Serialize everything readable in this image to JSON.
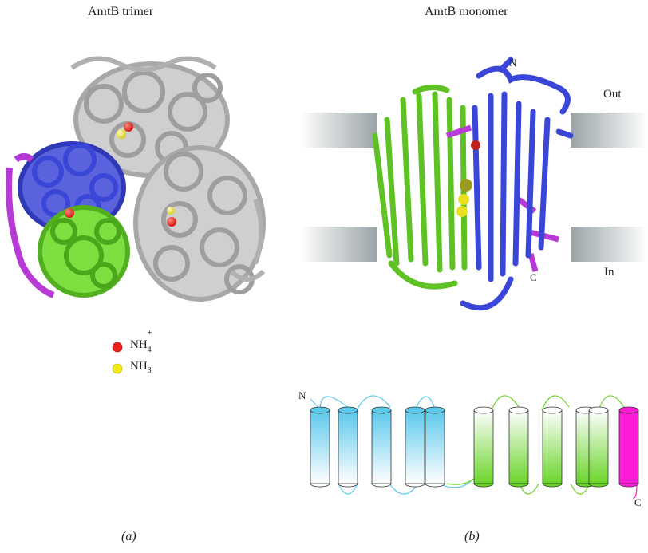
{
  "panel_a": {
    "title": "AmtB trimer",
    "panel_label": "(a)",
    "legend": [
      {
        "base": "NH",
        "sub": "4",
        "sup": "+",
        "color": "#e8231c"
      },
      {
        "base": "NH",
        "sub": "3",
        "sup": "",
        "color": "#f2e81c"
      }
    ]
  },
  "panel_b": {
    "title": "AmtB monomer",
    "panel_label": "(b)",
    "out_label": "Out",
    "in_label": "In",
    "n_label": "N",
    "c_label": "C",
    "topo_n_label": "N",
    "topo_c_label": "C"
  },
  "colors": {
    "subunit_blue": "#3a46d8",
    "subunit_green": "#6ad42a",
    "subunit_magenta": "#b73ad6",
    "subunit_grey": "#b9b9b9",
    "cyan_helix": "#5bc8ec",
    "green_helix": "#6ad42a",
    "magenta_helix": "#ff1cd6"
  }
}
